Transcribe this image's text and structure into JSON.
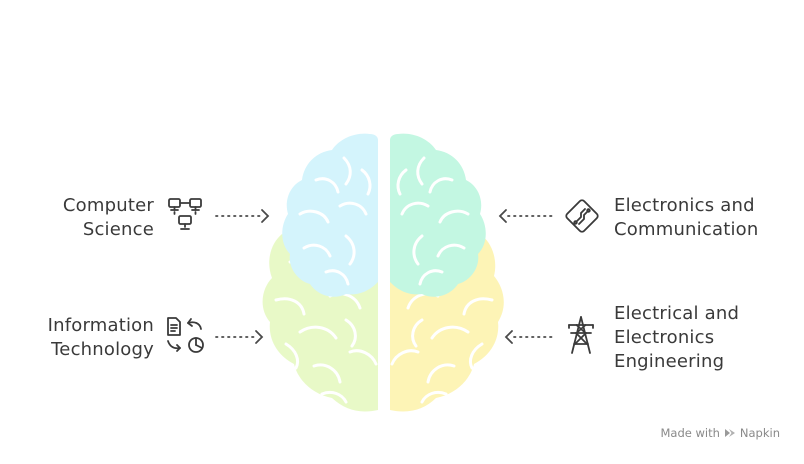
{
  "labels": {
    "cs": [
      "Computer",
      "Science"
    ],
    "it": [
      "Information",
      "Technology"
    ],
    "ece": [
      "Electronics and",
      "Communication"
    ],
    "eee": [
      "Electrical and",
      "Electronics",
      "Engineering"
    ]
  },
  "icons": {
    "cs": "network-computers-icon",
    "it": "document-cycle-chart-icon",
    "ece": "circuit-chip-icon",
    "eee": "transmission-tower-icon"
  },
  "colors": {
    "brain_top_left": "#d4f4fc",
    "brain_top_right": "#c3f7e2",
    "brain_bottom_left": "#e8f9c7",
    "brain_bottom_right": "#fdf4b6",
    "stroke": "#ffffff",
    "text": "#3a3a3a",
    "arrow": "#4a4a4a"
  },
  "footer": {
    "made_with": "Made with",
    "brand": "Napkin"
  }
}
